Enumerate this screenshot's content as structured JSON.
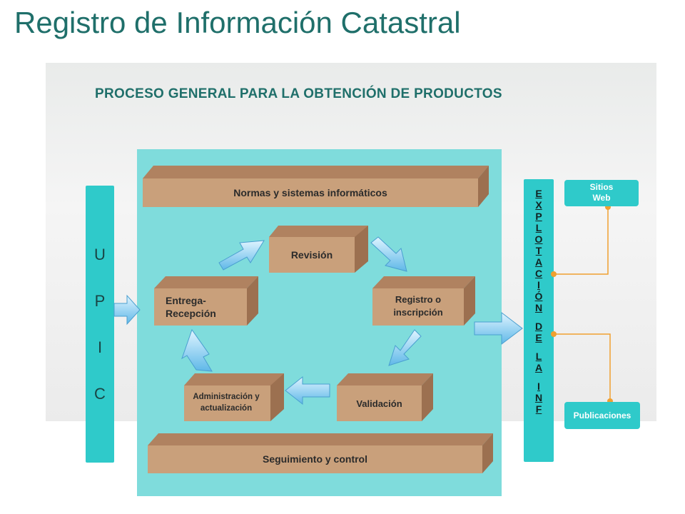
{
  "title": "Registro de Información Catastral",
  "subtitle": "PROCESO GENERAL PARA LA OBTENCIÓN DE PRODUCTOS",
  "upic": [
    "U",
    "P",
    "I",
    "C"
  ],
  "explotacion": [
    "E",
    "X",
    "P",
    "L",
    "O",
    "T",
    "A",
    "C",
    "I",
    "Ó",
    "N",
    "",
    "D",
    "E",
    "",
    "L",
    "A",
    "",
    "I",
    "N",
    "F"
  ],
  "boxes": {
    "normas": "Normas y sistemas informáticos",
    "revision": "Revisión",
    "entrega": "Entrega-\nRecepción",
    "registro": "Registro o\ninscripción",
    "administracion": "Administración y\nactualización",
    "validacion": "Validación",
    "seguimiento": "Seguimiento y control"
  },
  "side": {
    "sitios": "Sitios\nWeb",
    "publicaciones": "Publicaciones"
  },
  "colors": {
    "title": "#1f6f6a",
    "aqua_panel": "#7fdcdc",
    "side_bar": "#2fcaca",
    "box_front": "#c9a07b",
    "box_top": "#b08260",
    "arrow": "#5fb8e8",
    "connector": "#f0a030"
  }
}
